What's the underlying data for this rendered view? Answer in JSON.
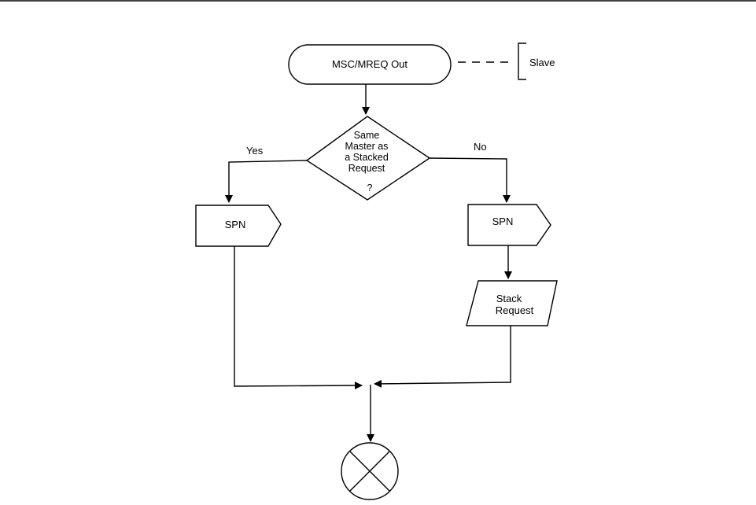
{
  "flowchart": {
    "start_label": "MSC/MREQ Out",
    "annotation_label": "Slave",
    "decision_lines": [
      "Same",
      "Master as",
      "a Stacked",
      "Request",
      "?"
    ],
    "branch_yes": "Yes",
    "branch_no": "No",
    "left_signal": "SPN",
    "right_signal": "SPN",
    "stack_lines": [
      "Stack",
      "Request"
    ],
    "end_symbol": "connector-x"
  }
}
